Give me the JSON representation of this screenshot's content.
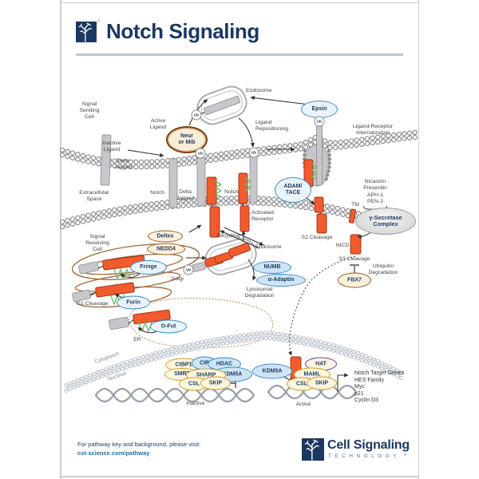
{
  "header": {
    "title": "Notch Signaling",
    "reg": "®"
  },
  "labels": {
    "signal_sending_cell": "Signal\nSending\nCell",
    "inactive_ligand": "Inactive\nLigand",
    "active_ligand": "Active\nLigand",
    "endosome_top": "Endosome",
    "ligand_repositioning": "Ligand\nRepositioning",
    "ligand_receptor_internalization": "Ligand-Receptor\nInternalization",
    "delta_jagged_left": "Delta\nJagged",
    "delta_jagged_mid": "Delta\nJagged",
    "extracellular_space": "Extracellular\nSpace",
    "notch_left": "Notch",
    "notch_right": "Notch",
    "nicastrin_complex": "Nicastrin\nPresenilin\nAPH-1\nPEN-2",
    "tm": "TM",
    "activated_receptor": "Activated\nReceptor",
    "s2_cleavage": "S2 Cleavage",
    "recycling": "Recycling",
    "endosome_mid": "Endosome",
    "nicd": "NICD",
    "s3_cleavage": "S3 Cleavage",
    "ubiquitin_degradation": "Ubiquitin\nDegradation",
    "signal_receiving_cell": "Signal\nReceiving\nCell",
    "golgi": "Golgi",
    "s1_cleavage": "S1 Cleavage",
    "er": "ER",
    "lysosomal_degradation": "Lysosomal\nDegradation",
    "cytoplasm": "Cytoplasm",
    "nucleus": "Nucleus",
    "inactive": "Inactive",
    "active": "Active"
  },
  "proteins": {
    "neur_mib": "Neur\nor Mib",
    "epsin": "Epsin",
    "adam_tace": "ADAM/\nTACE",
    "gamma_secretase": "γ-Secretase\nComplex",
    "deltex": "Deltex",
    "nedd4": "NEDD4",
    "fringe": "Fringe",
    "furin": "Furin",
    "o_fut": "O-Fut",
    "numb": "NUMB",
    "alpha_adaptin": "α-Adaptin",
    "fbx7": "FBX7",
    "ctbp1": "CtBP1",
    "cir": "CIR",
    "hdac": "HDAC",
    "kdm5a_corepressor": "KDM5A",
    "smrt": "SMRT",
    "sharp": "SHARP",
    "csl_inactive": "CSL",
    "skip_inactive": "SKIP",
    "kdm5a_free": "KDM5A",
    "hat": "HAT",
    "maml": "MAML",
    "csl_active": "CSL",
    "skip_active": "SKIP",
    "ub": "Ub"
  },
  "genes": [
    "Notch Target Genes",
    "HES Family",
    "Myc",
    "p21",
    "Cyclin D3"
  ],
  "footer": {
    "note": "For pathway key and background, please visit:",
    "url": "cst-science.com/pathway",
    "brand_name": "Cell Signaling",
    "brand_sub": "TECHNOLOGY",
    "brand_reg": "®"
  },
  "colors": {
    "brand_navy": "#1b3862",
    "receptor_orange": "#f15b2e",
    "protein_blue": "#3d8dc6",
    "protein_gold": "#d2a02a",
    "protein_brown": "#9a5a26",
    "protein_purple": "#7a3f9c",
    "glycan_green": "#6fbf6f",
    "url_blue": "#1a6fad"
  }
}
